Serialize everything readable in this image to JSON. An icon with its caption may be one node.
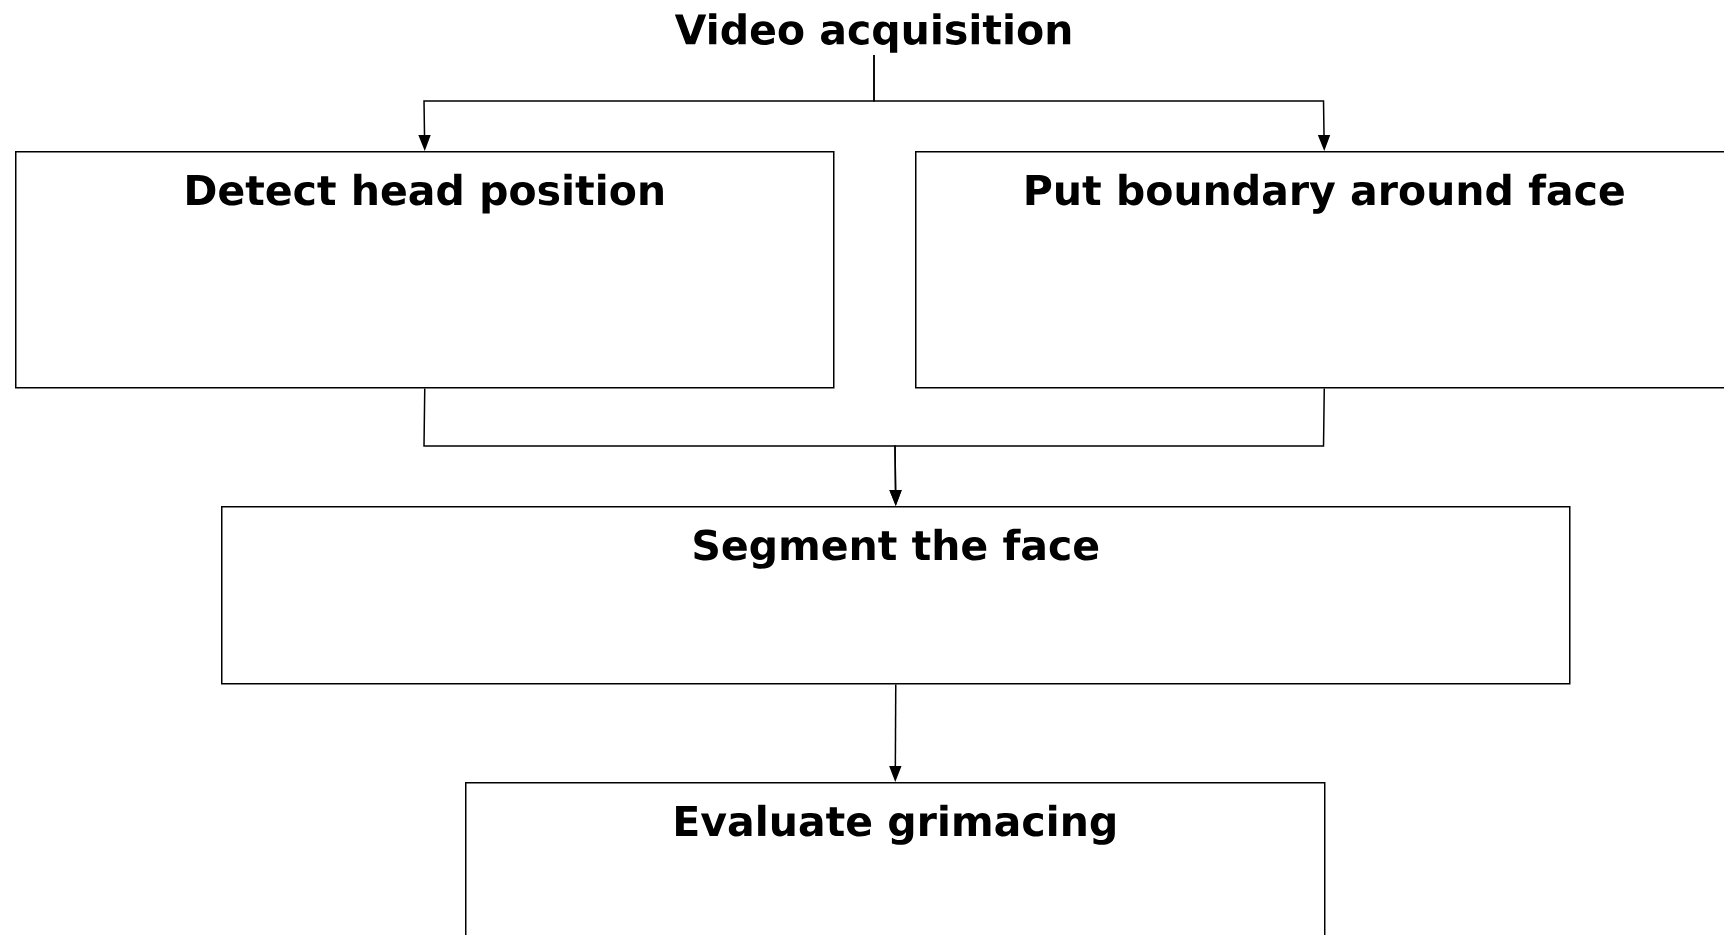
{
  "diagram": {
    "nodes": [
      {
        "text": [
          "Video acquisition"
        ]
      },
      {
        "text": [
          "Detect head position"
        ]
      },
      {
        "text": [
          "Put boundary around face"
        ]
      },
      {
        "text": [
          "Segment the face"
        ]
      },
      {
        "text": [
          "Evaluate grimacing"
        ]
      }
    ],
    "edges": [
      {
        "from": 0,
        "to": 1,
        "arrow": "to"
      },
      {
        "from": 0,
        "to": 2,
        "arrow": "to"
      },
      {
        "from": 1,
        "to": 3,
        "arrow": "to"
      },
      {
        "from": 2,
        "to": 3,
        "arrow": "to"
      },
      {
        "from": 3,
        "to": 4,
        "arrow": "to"
      }
    ]
  }
}
